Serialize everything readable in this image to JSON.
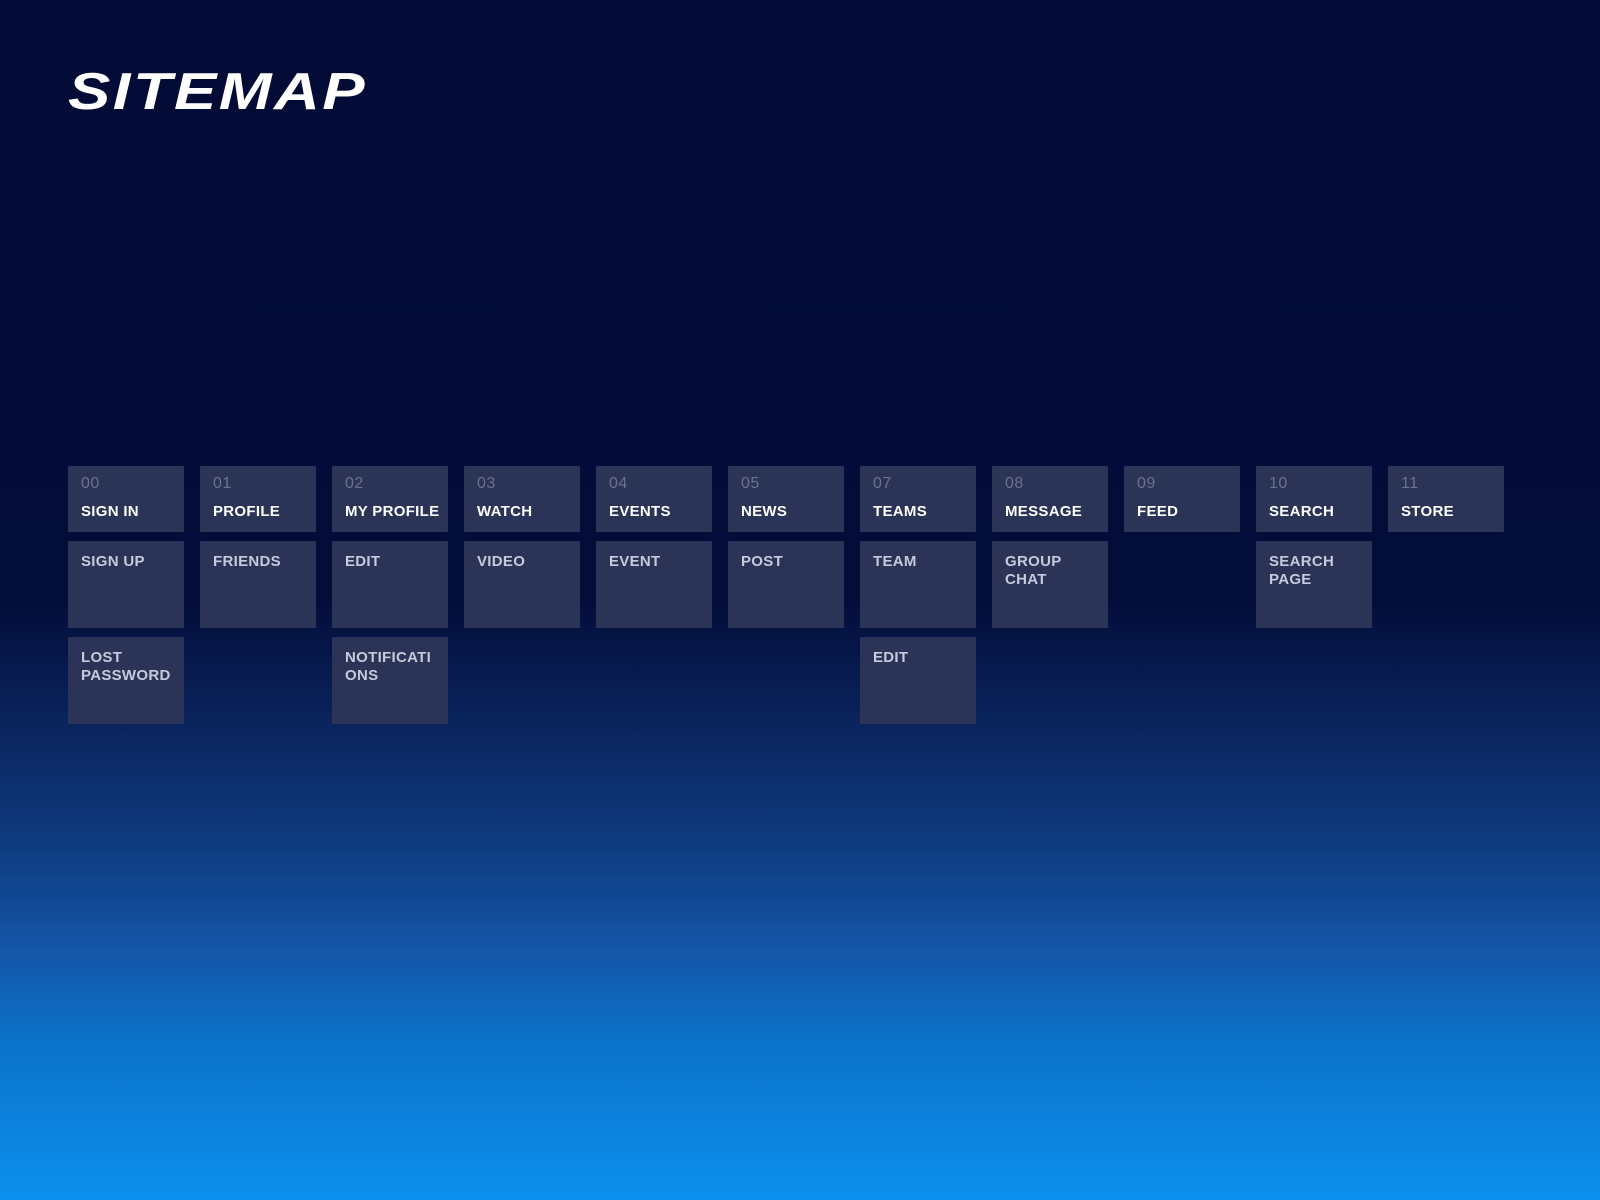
{
  "page": {
    "title": "SITEMAP"
  },
  "colors": {
    "background_top": "#020b35",
    "background_bottom": "#0c90ee",
    "card_background": "#2b3356",
    "number_text": "#6a7292",
    "page_label_text": "#ffffff",
    "subpage_label_text": "#c5cadc"
  },
  "sitemap": {
    "columns": [
      {
        "number": "00",
        "label": "SIGN IN",
        "children": [
          "SIGN UP",
          "LOST PASSWORD"
        ]
      },
      {
        "number": "01",
        "label": "PROFILE",
        "children": [
          "FRIENDS"
        ]
      },
      {
        "number": "02",
        "label": "MY PROFILE",
        "children": [
          "EDIT",
          "NOTIFICATIONS"
        ]
      },
      {
        "number": "03",
        "label": "WATCH",
        "children": [
          "VIDEO"
        ]
      },
      {
        "number": "04",
        "label": "EVENTS",
        "children": [
          "EVENT"
        ]
      },
      {
        "number": "05",
        "label": "NEWS",
        "children": [
          "POST"
        ]
      },
      {
        "number": "07",
        "label": "TEAMS",
        "children": [
          "TEAM",
          "EDIT"
        ]
      },
      {
        "number": "08",
        "label": "MESSAGE",
        "children": [
          "GROUP CHAT"
        ]
      },
      {
        "number": "09",
        "label": "FEED",
        "children": []
      },
      {
        "number": "10",
        "label": "SEARCH",
        "children": [
          "SEARCH PAGE"
        ]
      },
      {
        "number": "11",
        "label": "STORE",
        "children": []
      }
    ]
  }
}
